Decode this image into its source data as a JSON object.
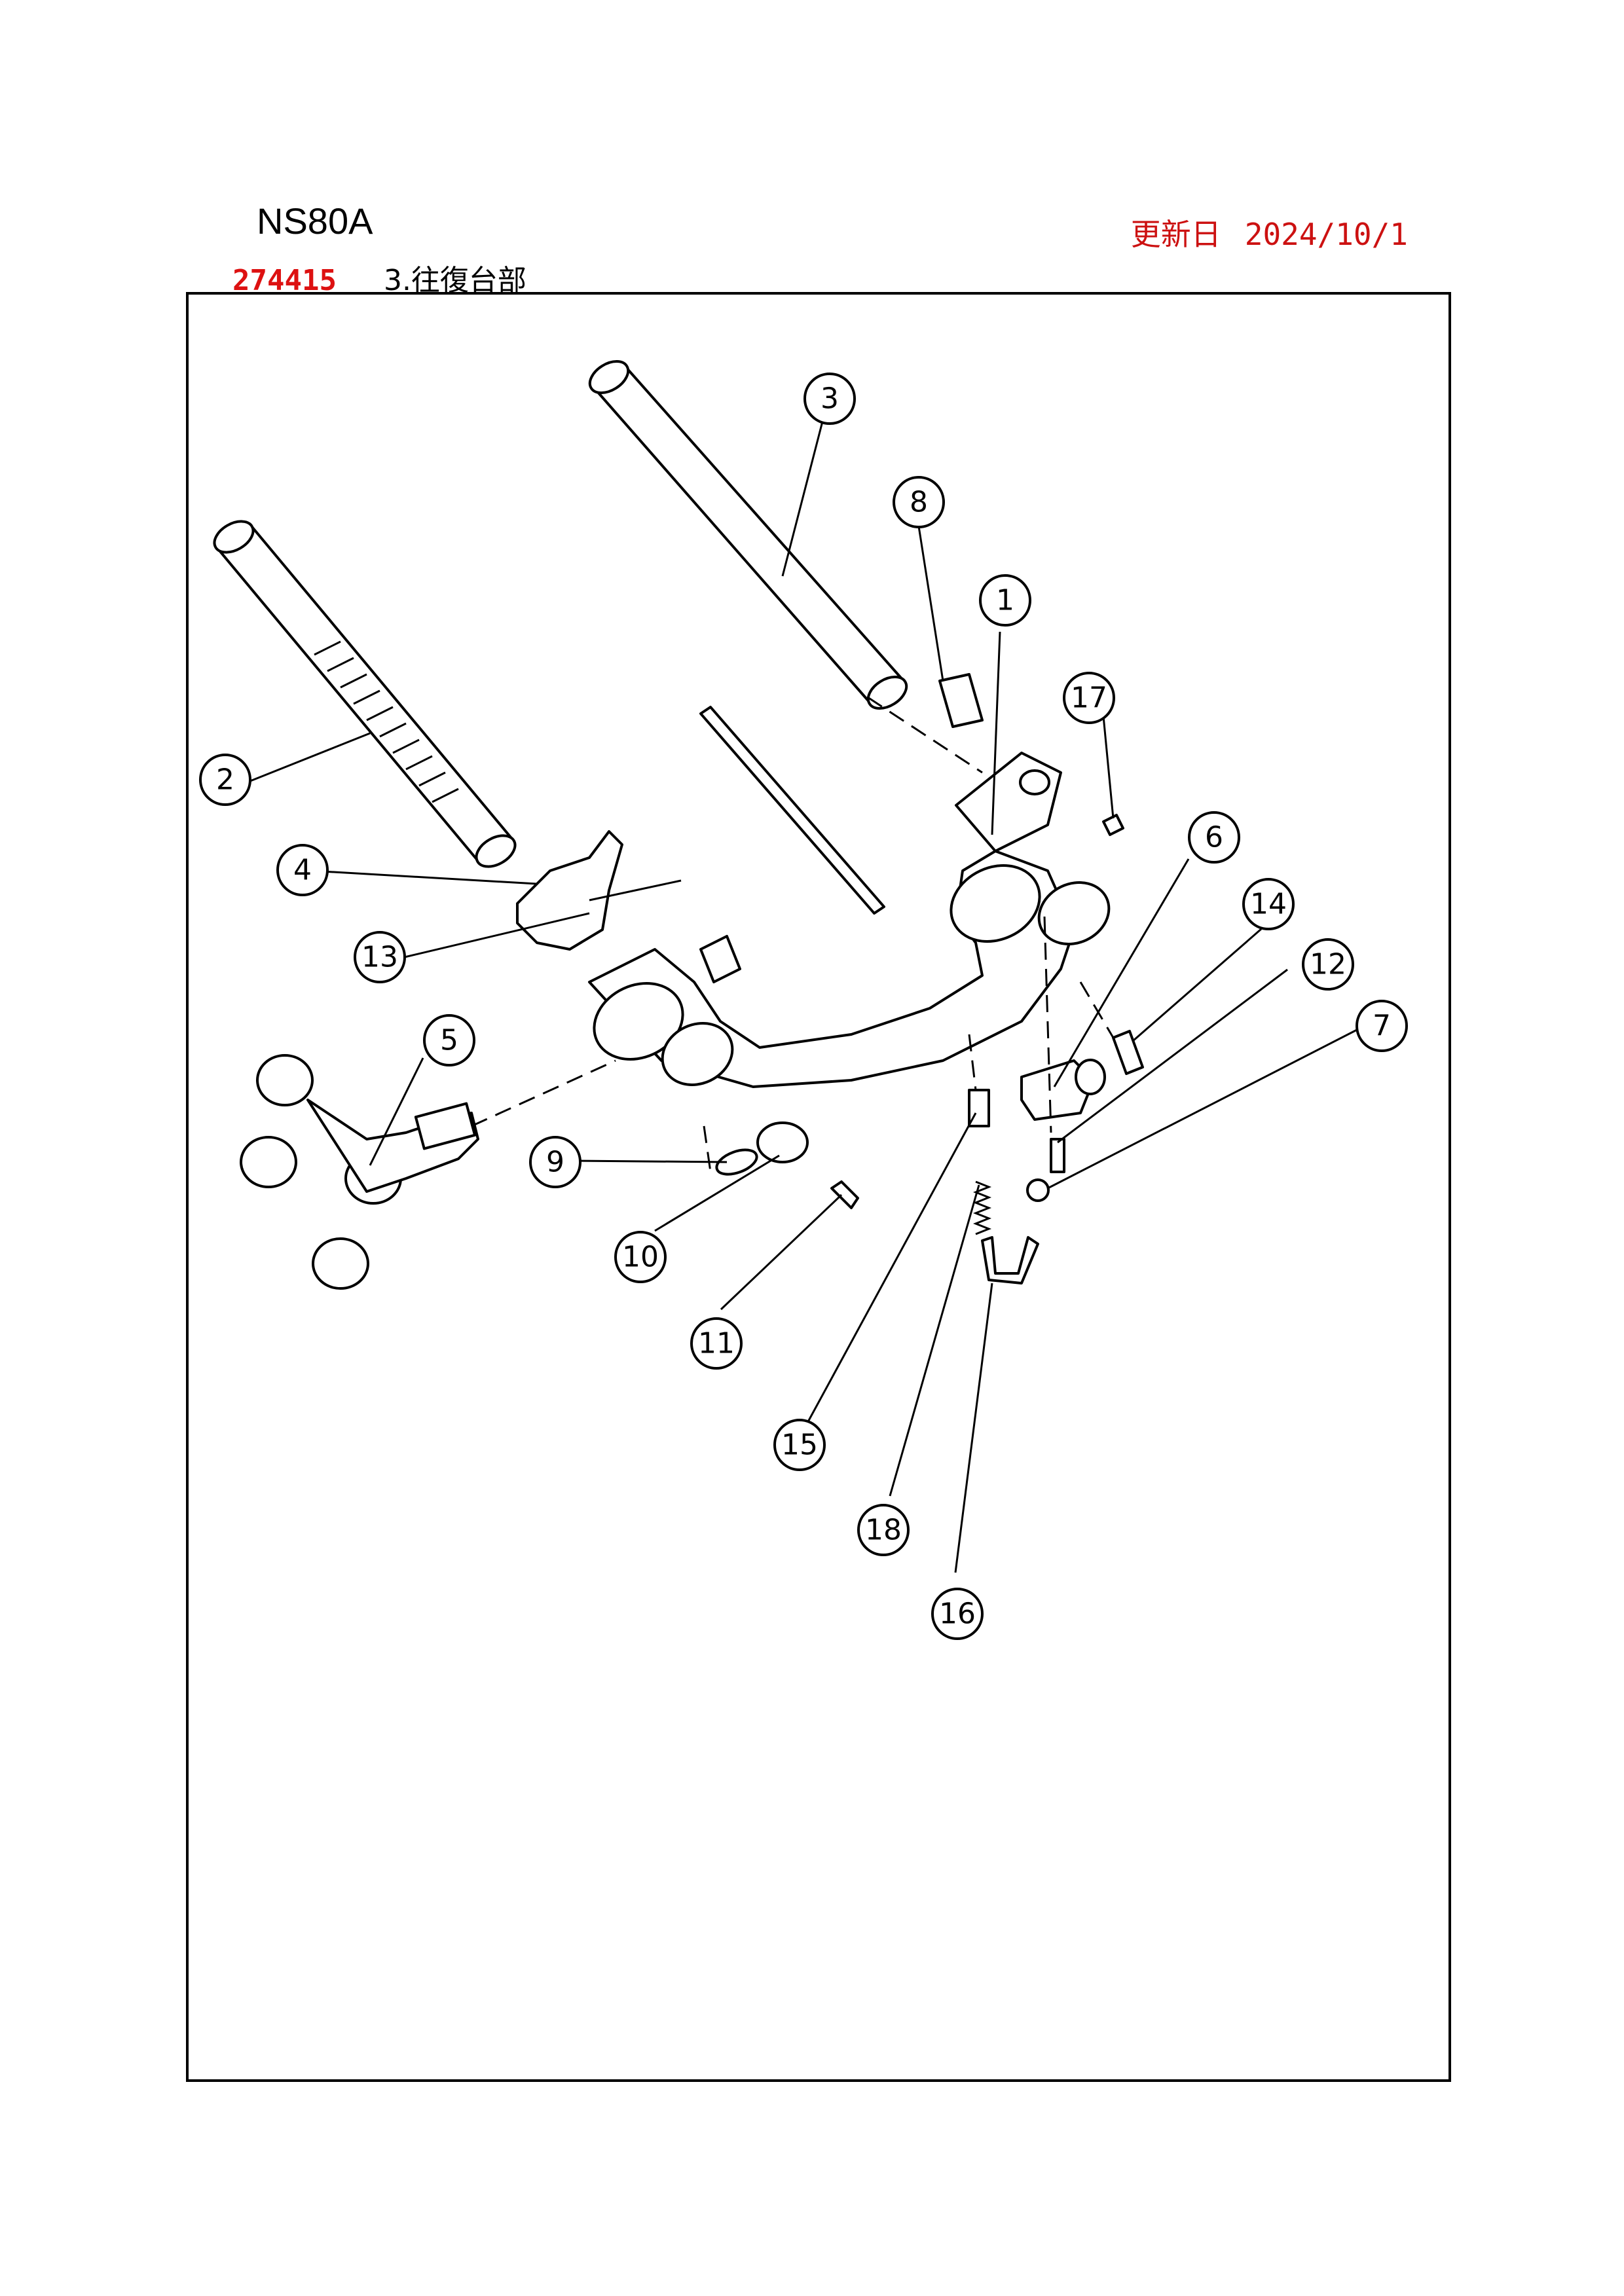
{
  "header": {
    "model": "NS80A",
    "updated_label": "更新日",
    "updated_date": "2024/10/1"
  },
  "subheader": {
    "code": "274415",
    "title": "3.往復台部"
  },
  "callouts": [
    {
      "label": "1"
    },
    {
      "label": "2"
    },
    {
      "label": "3"
    },
    {
      "label": "4"
    },
    {
      "label": "5"
    },
    {
      "label": "6"
    },
    {
      "label": "7"
    },
    {
      "label": "8"
    },
    {
      "label": "9"
    },
    {
      "label": "10"
    },
    {
      "label": "11"
    },
    {
      "label": "12"
    },
    {
      "label": "13"
    },
    {
      "label": "14"
    },
    {
      "label": "15"
    },
    {
      "label": "16"
    },
    {
      "label": "17"
    },
    {
      "label": "18"
    }
  ],
  "colors": {
    "accent": "#cc1111"
  }
}
